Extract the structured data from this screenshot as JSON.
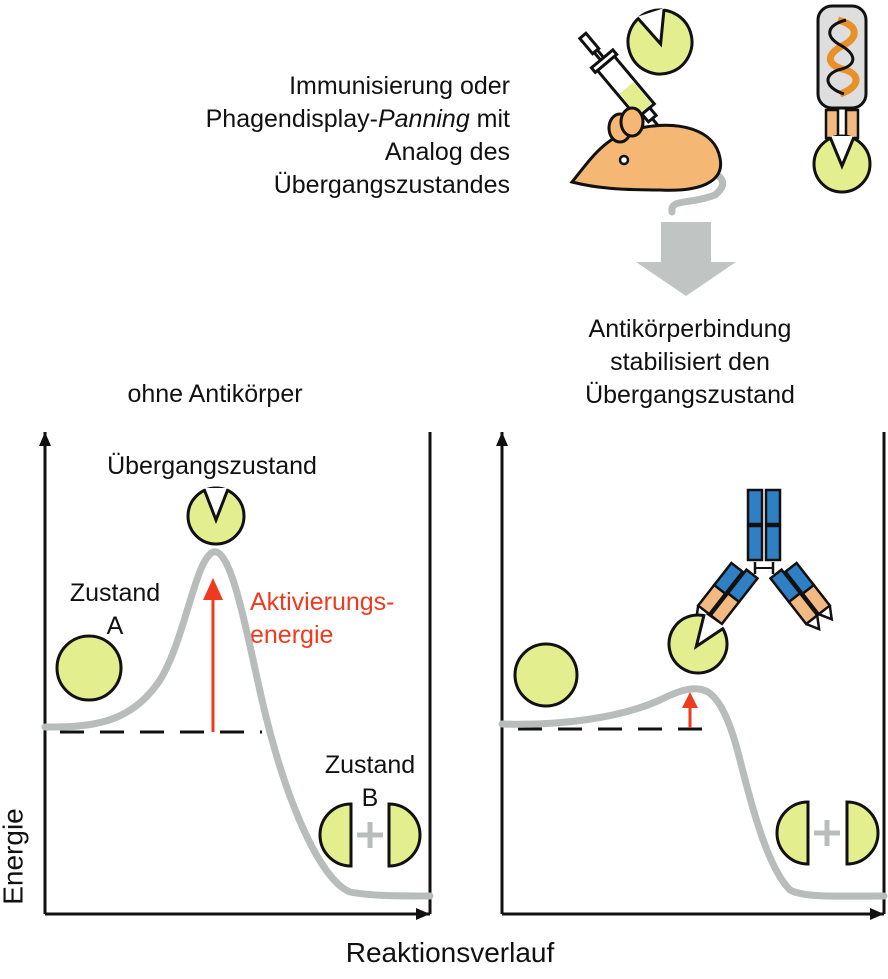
{
  "intro": {
    "line1": "Immunisierung oder",
    "line2_prefix": "Phagendisplay-",
    "line2_italic": "Panning",
    "line2_suffix": " mit",
    "line3": "Analog des",
    "line4": "Übergangszustandes"
  },
  "result": {
    "line1": "Antikörperbindung",
    "line2": "stabilisiert den",
    "line3": "Übergangszustand"
  },
  "left_panel": {
    "title": "ohne Antikörper",
    "transition_label": "Übergangszustand",
    "state_a_line1": "Zustand",
    "state_a_line2": "A",
    "activation_line1": "Aktivierungs-",
    "activation_line2": "energie",
    "state_b_line1": "Zustand",
    "state_b_line2": "B"
  },
  "axes": {
    "ylabel": "Energie",
    "xlabel": "Reaktionsverlauf"
  },
  "colors": {
    "curve": "#b8bcbb",
    "substrate_fill": "#e3ee8e",
    "activation_arrow": "#ee3a1f",
    "mouse": "#f5b774",
    "antibody_blue": "#2f7fc4",
    "antibody_orange": "#f2b983",
    "process_arrow": "#c0c4c3",
    "plasmid_orange": "#e8902a"
  }
}
